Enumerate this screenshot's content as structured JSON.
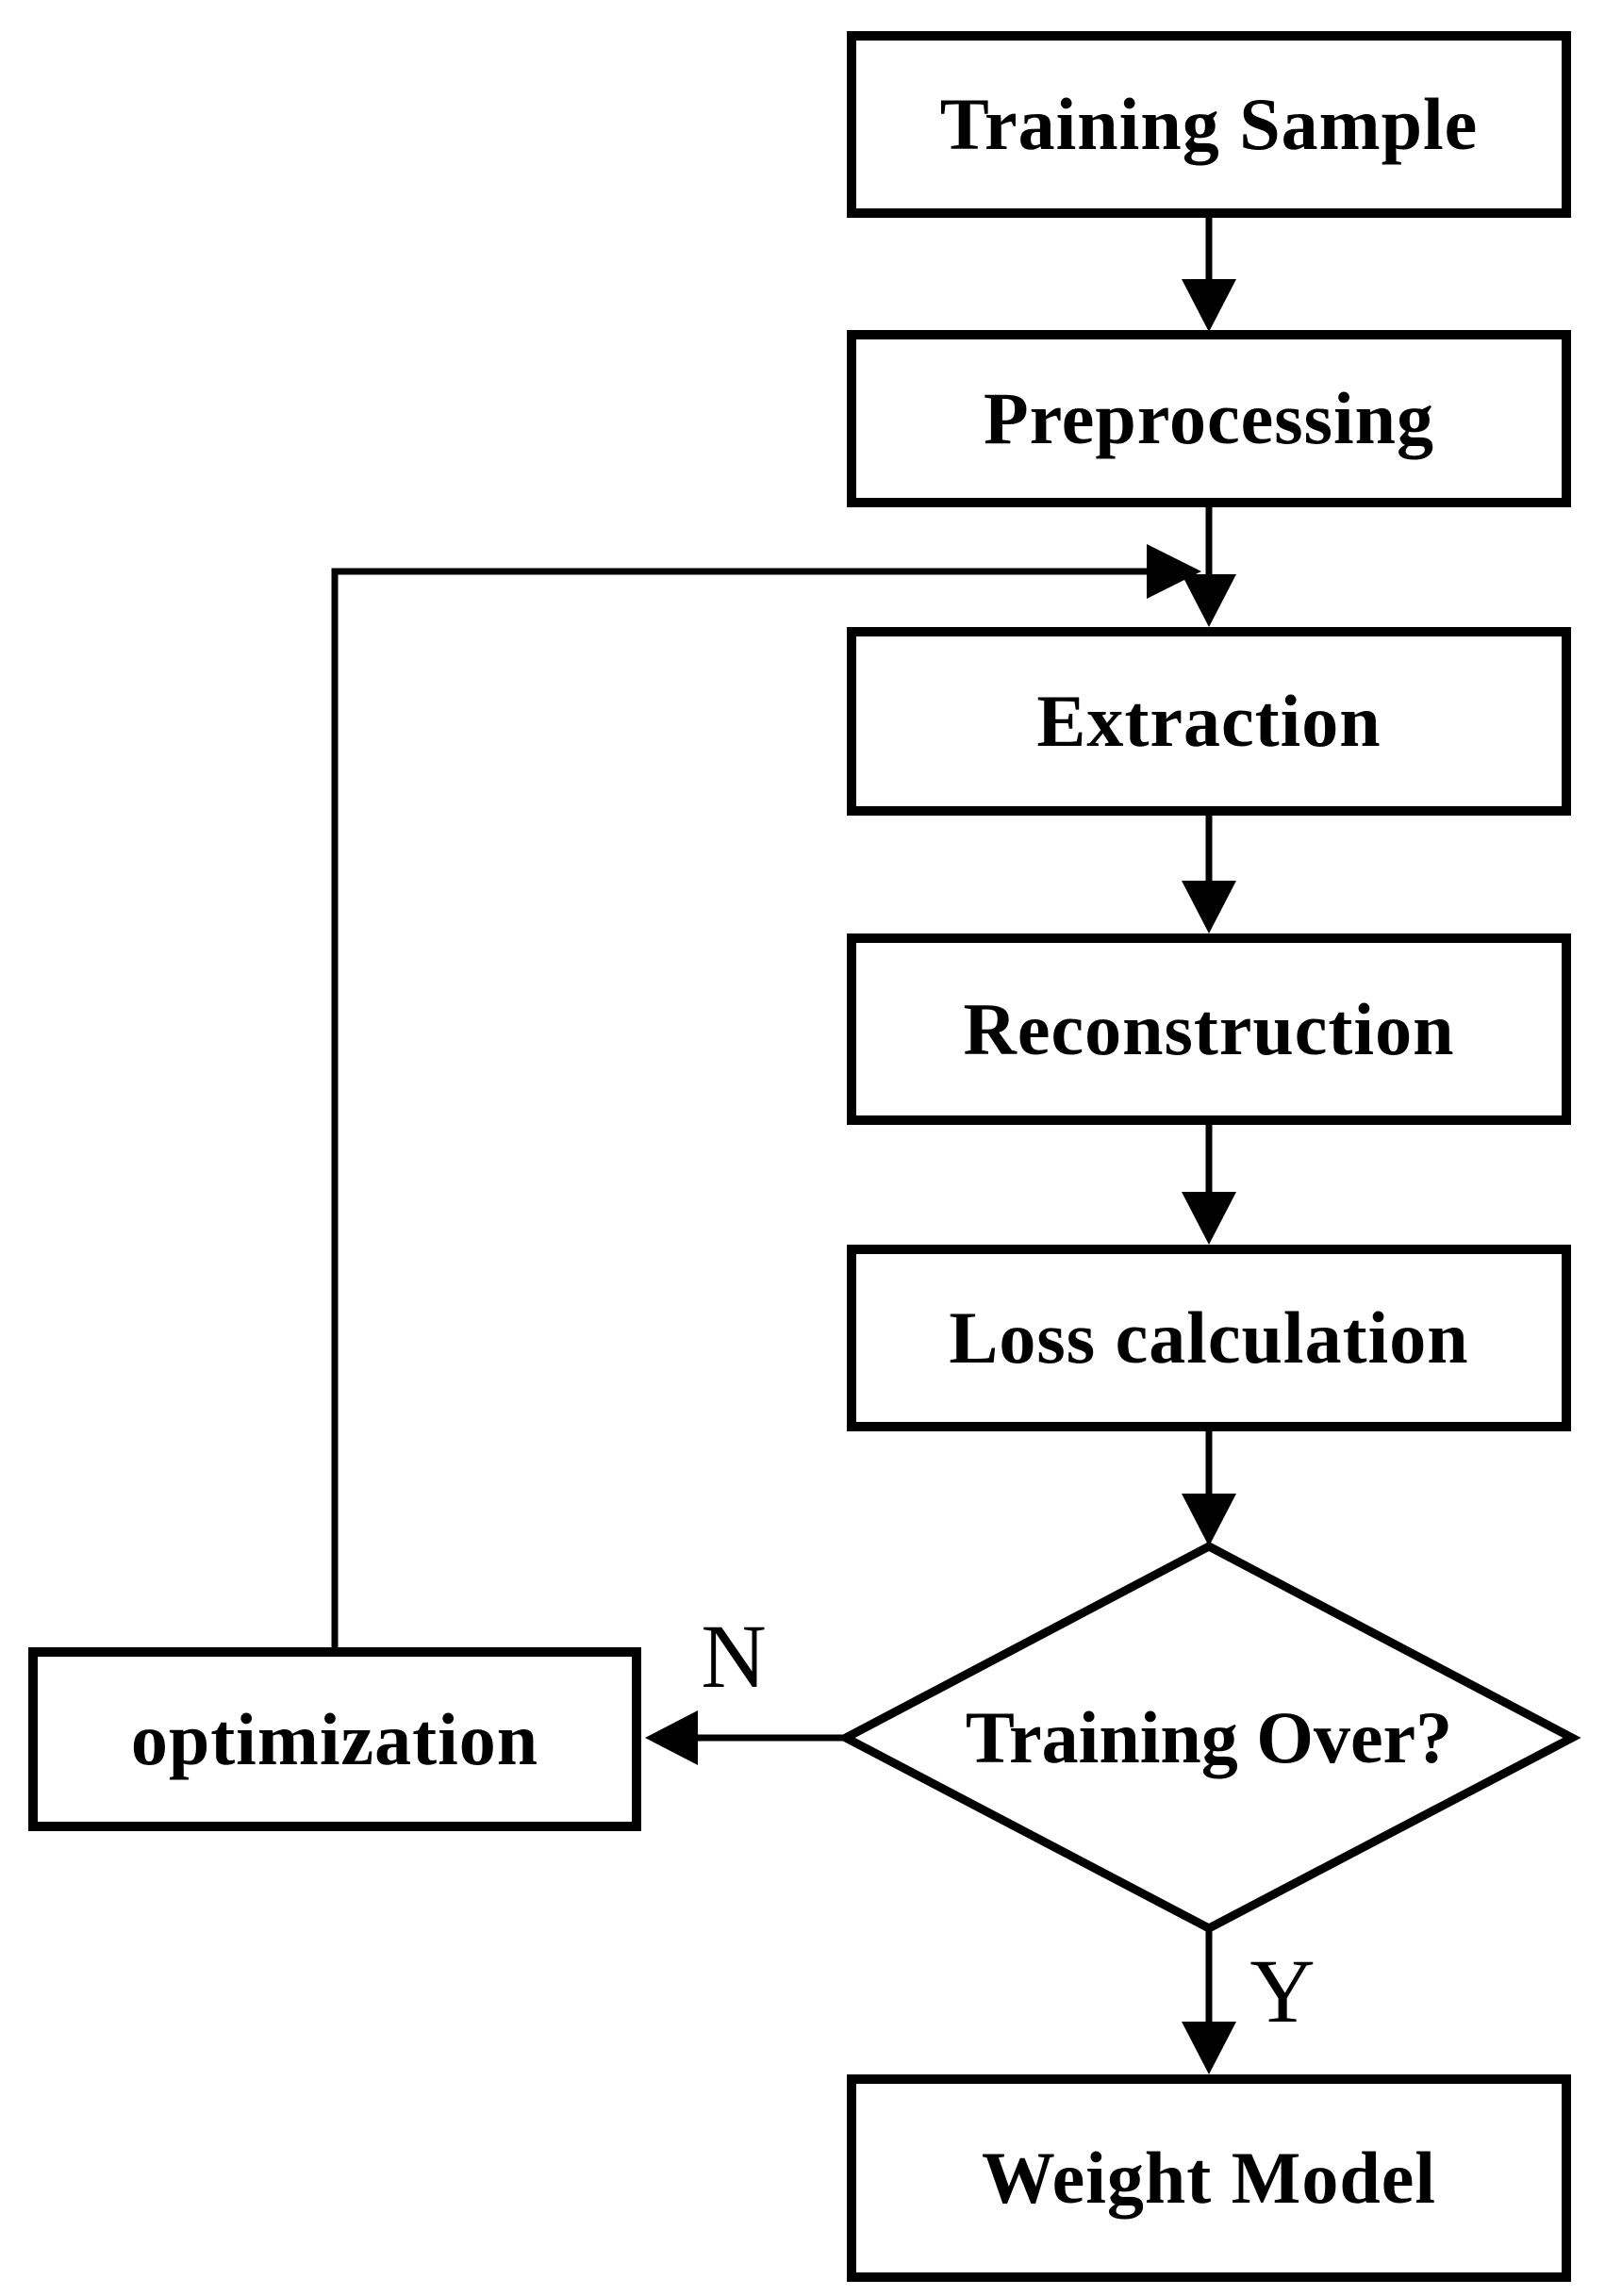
{
  "diagram": {
    "type": "flowchart",
    "nodes": [
      {
        "id": "training-sample",
        "label": "Training Sample",
        "shape": "rect"
      },
      {
        "id": "preprocessing",
        "label": "Preprocessing",
        "shape": "rect"
      },
      {
        "id": "extraction",
        "label": "Extraction",
        "shape": "rect"
      },
      {
        "id": "reconstruction",
        "label": "Reconstruction",
        "shape": "rect"
      },
      {
        "id": "loss-calculation",
        "label": "Loss calculation",
        "shape": "rect"
      },
      {
        "id": "training-over",
        "label": "Training Over?",
        "shape": "diamond"
      },
      {
        "id": "optimization",
        "label": "optimization",
        "shape": "rect"
      },
      {
        "id": "weight-model",
        "label": "Weight Model",
        "shape": "rect"
      }
    ],
    "edges": [
      {
        "from": "training-sample",
        "to": "preprocessing",
        "label": ""
      },
      {
        "from": "preprocessing",
        "to": "extraction",
        "label": ""
      },
      {
        "from": "extraction",
        "to": "reconstruction",
        "label": ""
      },
      {
        "from": "reconstruction",
        "to": "loss-calculation",
        "label": ""
      },
      {
        "from": "loss-calculation",
        "to": "training-over",
        "label": ""
      },
      {
        "from": "training-over",
        "to": "optimization",
        "label": "N"
      },
      {
        "from": "training-over",
        "to": "weight-model",
        "label": "Y"
      },
      {
        "from": "optimization",
        "to": "extraction",
        "label": ""
      }
    ],
    "edge_labels": {
      "no": "N",
      "yes": "Y"
    },
    "colors": {
      "stroke": "#000000",
      "text": "#000000",
      "background": "#ffffff"
    }
  }
}
